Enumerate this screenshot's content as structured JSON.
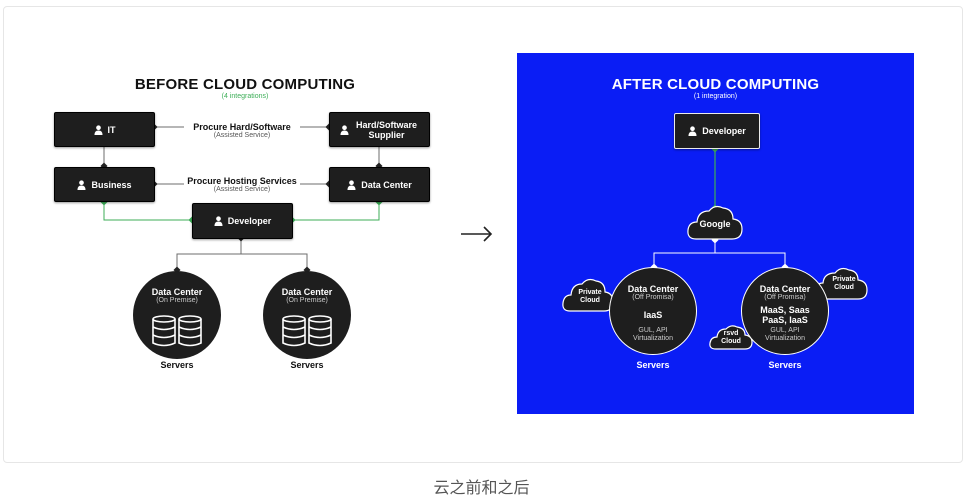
{
  "caption": "云之前和之后",
  "before": {
    "title": "BEFORE CLOUD COMPUTING",
    "subtitle": "(4 integrations)",
    "nodes": {
      "it": "IT",
      "supplier": "Hard/Software Supplier",
      "business": "Business",
      "datacenter": "Data Center",
      "developer": "Developer"
    },
    "links": [
      {
        "title": "Procure Hard/Software",
        "sub": "(Assisted Service)"
      },
      {
        "title": "Procure Hosting Services",
        "sub": "(Assisted Service)"
      }
    ],
    "servers": [
      {
        "title": "Data Center",
        "sub": "(On Premise)",
        "label": "Servers"
      },
      {
        "title": "Data Center",
        "sub": "(On Premise)",
        "label": "Servers"
      }
    ]
  },
  "after": {
    "title": "AFTER CLOUD COMPUTING",
    "subtitle": "(1 integration)",
    "developer": "Developer",
    "google": "Google",
    "private_cloud": "Private Cloud",
    "rsvd_cloud": "rsvd Cloud",
    "servers": [
      {
        "title": "Data Center",
        "sub": "(Off Promisa)",
        "tech": "IaaS",
        "features": "GUL, API Virtualization",
        "label": "Servers"
      },
      {
        "title": "Data Center",
        "sub": "(Off Promisa)",
        "tech": "MaaS, Saas PaaS, IaaS",
        "features": "GUL, API Virtualization",
        "label": "Servers"
      }
    ]
  },
  "colors": {
    "blue_panel": "#0a1df5",
    "box": "#1e1e1e",
    "green_connector": "#3cae57",
    "green_subtitle": "#3cae57"
  }
}
